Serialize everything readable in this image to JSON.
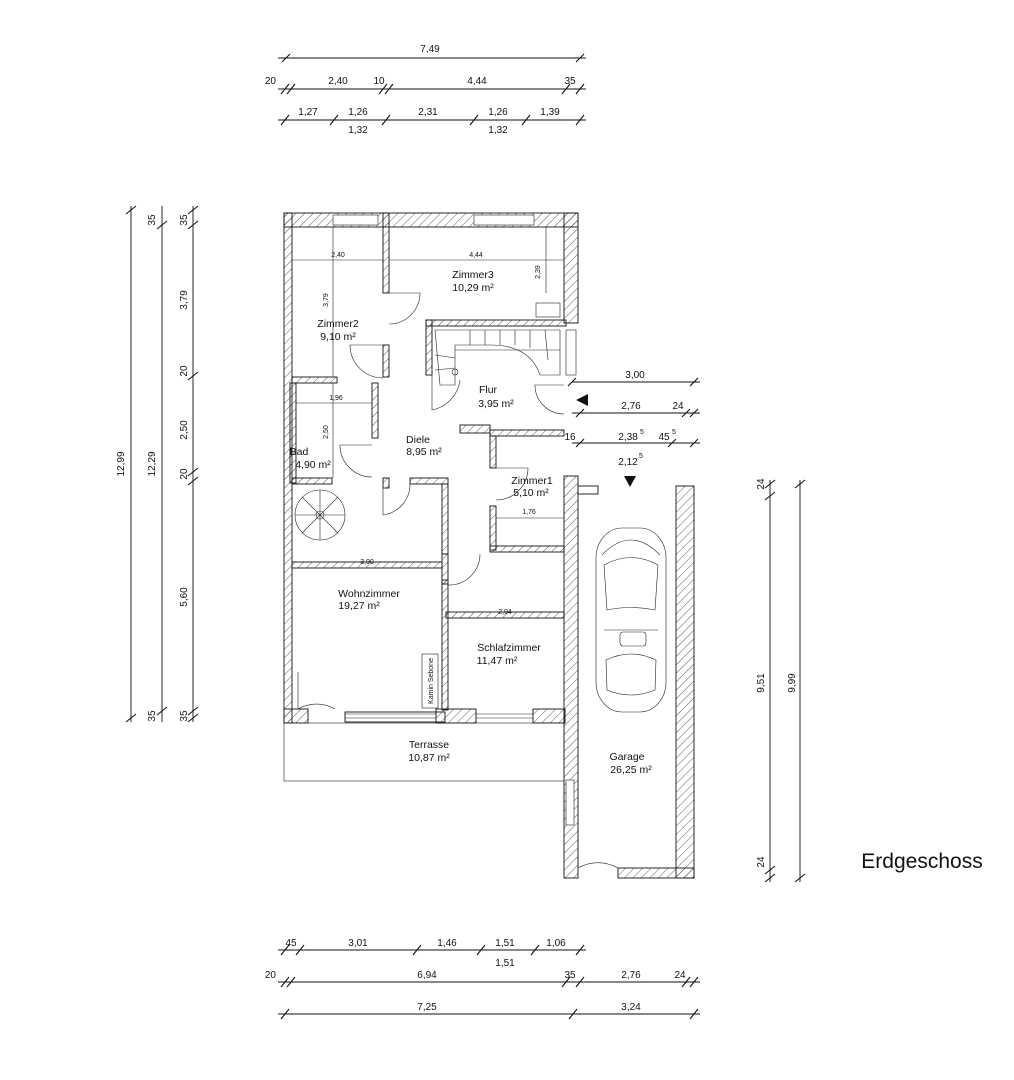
{
  "title": "Erdgeschoss",
  "dims": {
    "top_total": "7,49",
    "top_row2": [
      "20",
      "2,40",
      "10",
      "4,44",
      "35"
    ],
    "top_row3": [
      "1,27",
      "1,26",
      "2,31",
      "1,26",
      "1,39"
    ],
    "top_row3b": [
      "1,32",
      "1,32"
    ],
    "left_outer": "12,99",
    "left_mid": "12,29",
    "left_inner": [
      "35",
      "3,79",
      "20",
      "2,50",
      "20",
      "5,60",
      "35"
    ],
    "left_outer_ticks": [
      "35",
      "35"
    ],
    "right_garage": [
      "9,51",
      "9,99",
      "24",
      "24"
    ],
    "right_mid": [
      "3,00",
      "2,76",
      "24",
      "2,38",
      "5",
      "45",
      "5",
      "2,12",
      "5",
      "16"
    ],
    "bottom_row1": [
      "45",
      "3,01",
      "1,46",
      "1,51",
      "1,06"
    ],
    "bottom_row1b": "1,51",
    "bottom_row2": [
      "20",
      "6,94",
      "35",
      "2,76",
      "24"
    ],
    "bottom_row3": [
      "7,25",
      "3,24"
    ],
    "interior": {
      "zimmer2_w": "2,40",
      "zimmer3_w": "4,44",
      "zimmer3_h": "2,39",
      "zimmer2_h": "3,79",
      "bad_w": "1,96",
      "bad_h": "2,50",
      "zimmer1_w": "1,76",
      "wohn_w": "3,90",
      "schlaf_w": "2,94",
      "kamin": "Kamin Sebone"
    }
  },
  "rooms": {
    "zimmer3": {
      "name": "Zimmer3",
      "area": "10,29 m²"
    },
    "zimmer2": {
      "name": "Zimmer2",
      "area": "9,10 m²"
    },
    "flur": {
      "name": "Flur",
      "area": "3,95 m²"
    },
    "diele": {
      "name": "Diele",
      "area": "8,95 m²"
    },
    "bad": {
      "name": "Bad",
      "area": "4,90 m²"
    },
    "zimmer1": {
      "name": "Zimmer1",
      "area": "5,10 m²"
    },
    "wohnzimmer": {
      "name": "Wohnzimmer",
      "area": "19,27 m²"
    },
    "schlafzimmer": {
      "name": "Schlafzimmer",
      "area": "11,47 m²"
    },
    "terrasse": {
      "name": "Terrasse",
      "area": "10,87 m²"
    },
    "garage": {
      "name": "Garage",
      "area": "26,25 m²"
    }
  }
}
